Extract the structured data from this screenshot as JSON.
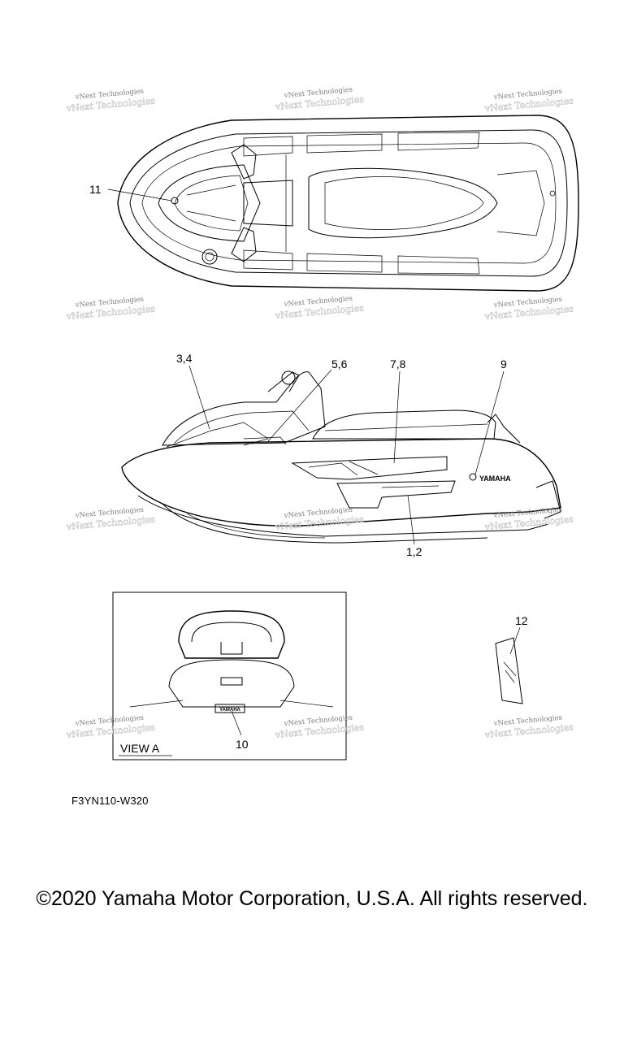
{
  "watermark": {
    "text": "vNext Technologies"
  },
  "callouts": {
    "c11": "11",
    "c34": "3,4",
    "c56": "5,6",
    "c78": "7,8",
    "c9": "9",
    "c12": "1,2",
    "c10": "10",
    "c12b": "12"
  },
  "decals": {
    "hull_brand": "YAMAHA",
    "stern_plate": "YAMAHA"
  },
  "view_label": "VIEW A",
  "part_code": "F3YN110-W320",
  "copyright": "©2020 Yamaha Motor Corporation, U.S.A. All rights reserved."
}
